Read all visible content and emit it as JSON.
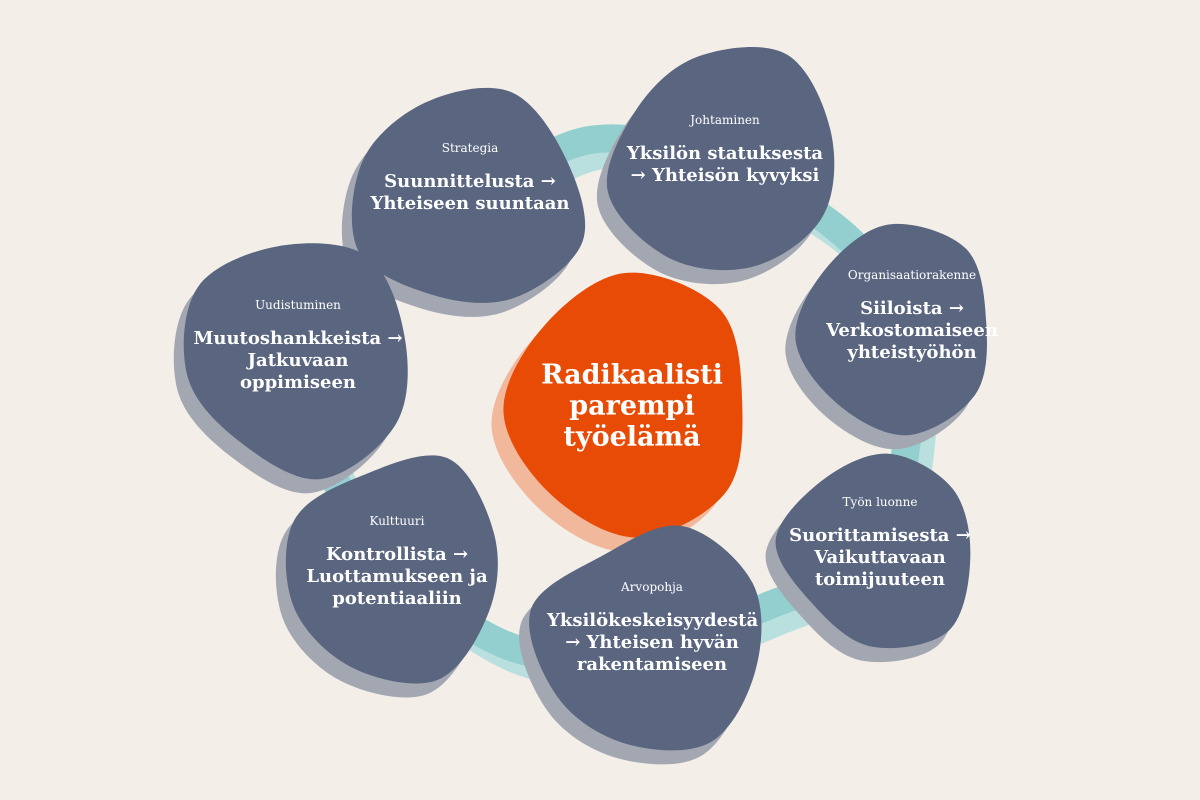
{
  "colors": {
    "background": "#f3efe8",
    "node": "#5a6580",
    "node_shadow": "#a3a7b1",
    "ring": "#93cfcf",
    "ring_light": "#b9e0de",
    "center": "#e84b05",
    "center_shadow": "#f2b89c",
    "text": "#ffffff"
  },
  "center": {
    "text": "Radikaalisti parempi työelämä"
  },
  "nodes": [
    {
      "category": "Strategia",
      "text": "Suunnittelusta → Yhteiseen suuntaan"
    },
    {
      "category": "Johtaminen",
      "text": "Yksilön statuksesta → Yhteisön kyvyksi"
    },
    {
      "category": "Organisaatiorakenne",
      "text": "Siiloista → Verkostomaiseen yhteistyöhön"
    },
    {
      "category": "Työn luonne",
      "text": "Suorittamisesta → Vaikuttavaan toimijuuteen"
    },
    {
      "category": "Arvopohja",
      "text": "Yksilökeskeisyydestä → Yhteisen hyvän rakentamiseen"
    },
    {
      "category": "Kulttuuri",
      "text": "Kontrollista → Luottamukseen ja potentiaaliin"
    },
    {
      "category": "Uudistuminen",
      "text": "Muutoshankkeista → Jatkuvaan oppimiseen"
    }
  ]
}
